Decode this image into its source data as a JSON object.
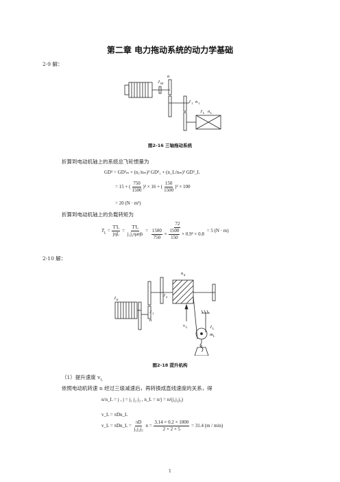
{
  "title": "第二章  电力拖动系统的动力学基础",
  "sec1": {
    "label": "2-9 解：",
    "fig_caption": "图2-16  三轴拖动系统",
    "fig_labels": {
      "jm": "J",
      "jm_sub": "M",
      "n": "n",
      "j1": "J",
      "j1_sub": "1",
      "n1": "n",
      "n1_sub": "1",
      "jl": "J",
      "jl_sub": "L",
      "nl": "n",
      "nl_sub": "L"
    },
    "text1": "折算到电动机轴上的系统总飞轮惯量为",
    "eq1_line1": "GD² = GD²ₘ + (n₁/nₘ)² GD²₁ + (n_L/nₘ)² GD²_L",
    "eq1_line2_a": "= 15 + (",
    "eq1_line2_f1n": "750",
    "eq1_line2_f1d": "1500",
    "eq1_line2_b": ")² × 16 + (",
    "eq1_line2_f2n": "150",
    "eq1_line2_f2d": "1500",
    "eq1_line2_c": ")² × 100",
    "eq1_line3": "= 20 (N · m²)",
    "text2": "折算到电动机轴上的负载转矩为",
    "eq2_lhs": "T",
    "eq2_sub": "L",
    "eq2_f1n": "T'L",
    "eq2_f1d": "jηL",
    "eq2_f2n": "T'L",
    "eq2_f2d": "j₁j₂ηaηb",
    "eq2_f3n": "72",
    "eq2_f3d_a_n": "1500",
    "eq2_f3d_a_d": "750",
    "eq2_f3d_b_n": "1500",
    "eq2_f3d_b_d": "150",
    "eq2_f3d_c": "× 0.9² × 0.8",
    "eq2_result": "= 5 (N · m)"
  },
  "sec2": {
    "label": "2-10 解：",
    "fig_caption": "图2-18  提升机构",
    "fig_labels": {
      "nd": "n",
      "nd_sub": "d",
      "je": "J",
      "je_sub": "E",
      "j2": "J",
      "j2_sub": "2",
      "j1": "J",
      "j1_sub": "1",
      "n": "n",
      "vl": "v",
      "vl_sub": "L",
      "jl": "J",
      "jl_sub": "L",
      "ml": "m",
      "ml_sub": "L"
    },
    "text1": "（1）提升速度 v",
    "text1_sub": "L",
    "text2": "依照电动机转速 n 经过三级减速后，再转换成直线速度的关系，得",
    "eq1": "n/n_L = j ,  j = j₁ j₂ j₃ ,  n_L = n/j = n/(j₁j₂j₃)",
    "eq2": "v_L = πDn_L",
    "eq3_a": "v_L = πDn_L =",
    "eq3_fn": "πD",
    "eq3_fd": "j₁j₂j₃",
    "eq3_b": "n =",
    "eq3_gn": "3.14 × 0.2 × 1000",
    "eq3_gd": "2 × 2 × 5",
    "eq3_c": "= 31.4 (m / min)"
  },
  "page_number": "1"
}
